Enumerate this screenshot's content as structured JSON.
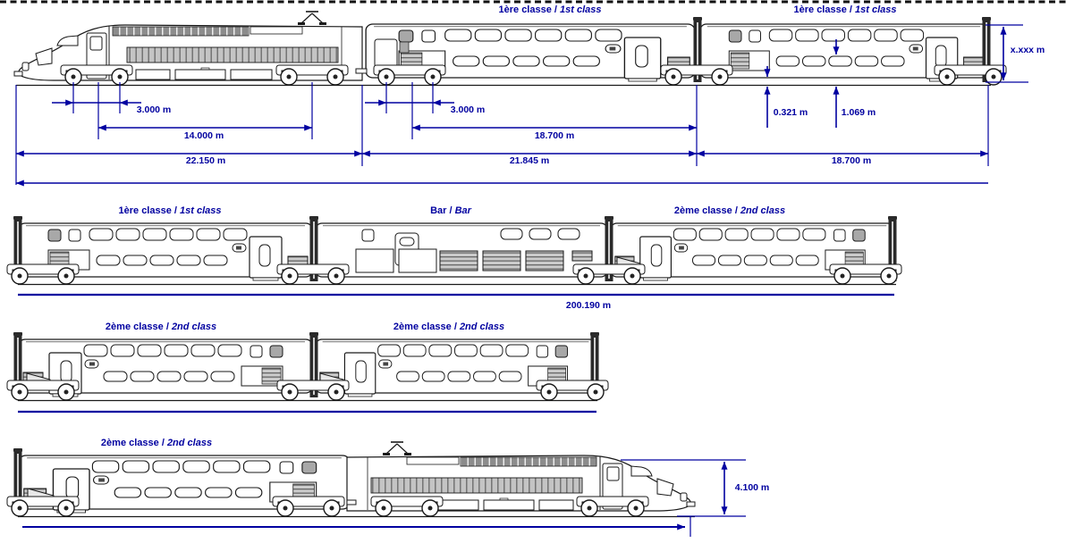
{
  "diagram": {
    "type": "technical side-elevation drawing",
    "subject": "double-deck high-speed trainset (power cars + double-deck coaches) with dimension lines",
    "colors": {
      "dimension_blue": "#0000A0",
      "outline_black": "#1a1a1a",
      "grille_gray": "#bdbdbd"
    },
    "rows": [
      {
        "cars": [
          "power car (nose left)",
          "1st class coach",
          "1st class coach"
        ]
      },
      {
        "cars": [
          "1st class coach",
          "bar coach",
          "2nd class coach"
        ]
      },
      {
        "cars": [
          "2nd class coach",
          "2nd class coach"
        ]
      },
      {
        "cars": [
          "2nd class coach",
          "power car (nose right)"
        ]
      }
    ]
  },
  "car_labels": {
    "r1_coach1": {
      "fr": "1ère classe / ",
      "en": "1st class"
    },
    "r1_coach2": {
      "fr": "1ère classe / ",
      "en": "1st class"
    },
    "r2_coach1": {
      "fr": "1ère classe / ",
      "en": "1st class"
    },
    "r2_bar": {
      "fr": "Bar / ",
      "en": "Bar"
    },
    "r2_coach3": {
      "fr": "2ème classe / ",
      "en": "2nd class"
    },
    "r3_coach1": {
      "fr": "2ème classe / ",
      "en": "2nd class"
    },
    "r3_coach2": {
      "fr": "2ème classe / ",
      "en": "2nd class"
    },
    "r4_coach1": {
      "fr": "2ème classe / ",
      "en": "2nd class"
    }
  },
  "dimensions": {
    "power_bogie_wheelbase": "3.000 m",
    "power_bogie_spacing": "14.000 m",
    "power_car_length": "22.150 m",
    "coach_bogie_wheelbase": "3.000 m",
    "coach_bogie_spacing": "18.700 m",
    "coach1_length": "21.845 m",
    "coach2_length": "18.700 m",
    "lower_floor_height": "0.321 m",
    "upper_floor_height": "1.069 m",
    "coach_height": "x.xxx m",
    "total_train_length": "200.190 m",
    "power_car_height": "4.100 m"
  }
}
